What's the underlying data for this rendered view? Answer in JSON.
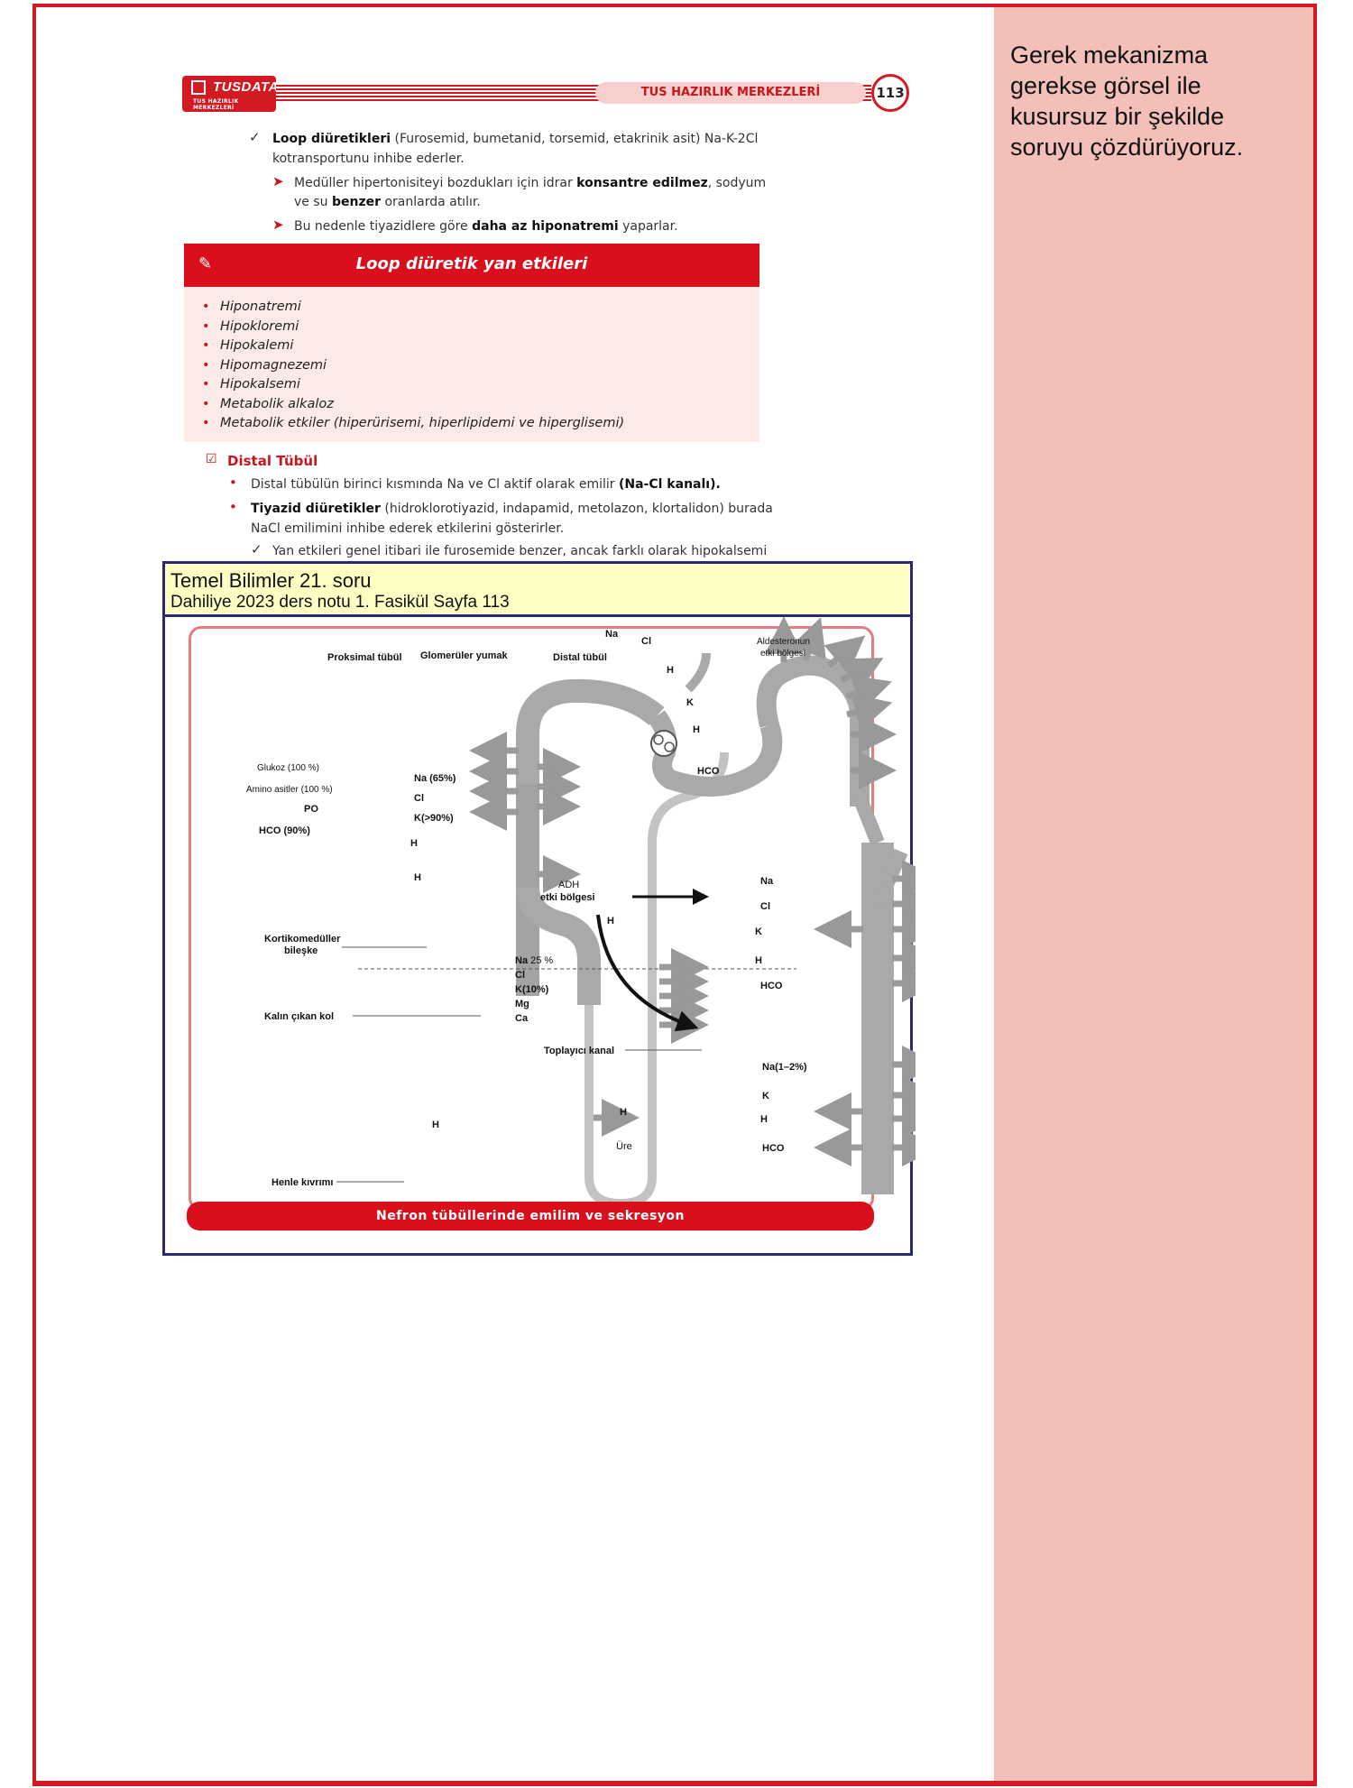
{
  "side_panel": {
    "text": "Gerek mekanizma gerekse görsel ile kusursuz bir şekilde soruyu çözdürüyoruz."
  },
  "header": {
    "logo": "TUSDATA",
    "logo_sub": "TUS HAZIRLIK MERKEZLERİ",
    "title": "TUS HAZIRLIK MERKEZLERİ",
    "page_number": "113"
  },
  "content": {
    "loop_intro_bold": "Loop diüretikleri",
    "loop_intro_rest": " (Furosemid, bumetanid, torsemid, etakrinik asit) Na-K-2Cl",
    "loop_intro_line2": "kotransportunu inhibe ederler.",
    "b1_pre": "Medüller hipertonisiteyi bozdukları için idrar ",
    "b1_bold1": "konsantre edilmez",
    "b1_mid": ", sodyum",
    "b1_line2_pre": "ve su ",
    "b1_bold2": "benzer",
    "b1_line2_post": " oranlarda atılır.",
    "b2_pre": "Bu nedenle tiyazidlere göre ",
    "b2_bold": "daha az hiponatremi",
    "b2_post": " yaparlar.",
    "box_title": "Loop diüretik yan etkileri",
    "box_items": [
      "Hiponatremi",
      "Hipokloremi",
      "Hipokalemi",
      "Hipomagnezemi",
      "Hipokalsemi",
      "Metabolik alkaloz",
      "Metabolik etkiler (hiperürisemi, hiperlipidemi ve hiperglisemi)"
    ],
    "distal_title": "Distal Tübül",
    "d1_pre": "Distal tübülün birinci kısmında Na ve Cl aktif olarak emilir ",
    "d1_bold": "(Na-Cl kanalı).",
    "d2_bold": "Tiyazid diüretikler",
    "d2_rest": " (hidroklorotiyazid, indapamid, metolazon, klortalidon) burada",
    "d2_line2": "NaCl emilimini inhibe ederek etkilerini gösterirler.",
    "d3": "Yan etkileri genel itibari ile furosemide benzer, ancak farklı olarak hipokalsemi"
  },
  "question": {
    "line1": "Temel Bilimler 21. soru",
    "line2": "Dahiliye 2023 ders notu 1. Fasikül Sayfa 113"
  },
  "figure": {
    "caption": "Nefron tübüllerinde emilim ve sekresyon",
    "labels": {
      "proksimal": "Proksimal tübül",
      "glomeruler": "Glomerüler yumak",
      "distal": "Distal tübül",
      "aldo1": "Aldesteronun",
      "aldo2": "etki bölgesi",
      "glukoz": "Glukoz (100 %)",
      "amino": "Amino asitler (100 %)",
      "po4": "PO",
      "hco3_90": "HCO",
      "hco3_90_pct": " (90%)",
      "na65": "Na",
      "na65_pct": " (65%)",
      "cl": "Cl",
      "k90": "K",
      "k90_pct": "(>90%)",
      "h": "H",
      "h2o": "H",
      "adh1": "ADH",
      "adh2": "etki bölgesi",
      "kortiko1": "Kortikomedüller",
      "kortiko2": "bileşke",
      "na25": "Na",
      "na25_pct": " 25 %",
      "k10_pct": "(10%)",
      "mg": "Mg",
      "ca": "Ca",
      "kalin": "Kalın çıkan kol",
      "toplayici": "Toplayıcı kanal",
      "na12": "Na",
      "na12_pct": "(1–2%)",
      "ure": "Üre",
      "henle": "Henle kıvrımı"
    }
  }
}
